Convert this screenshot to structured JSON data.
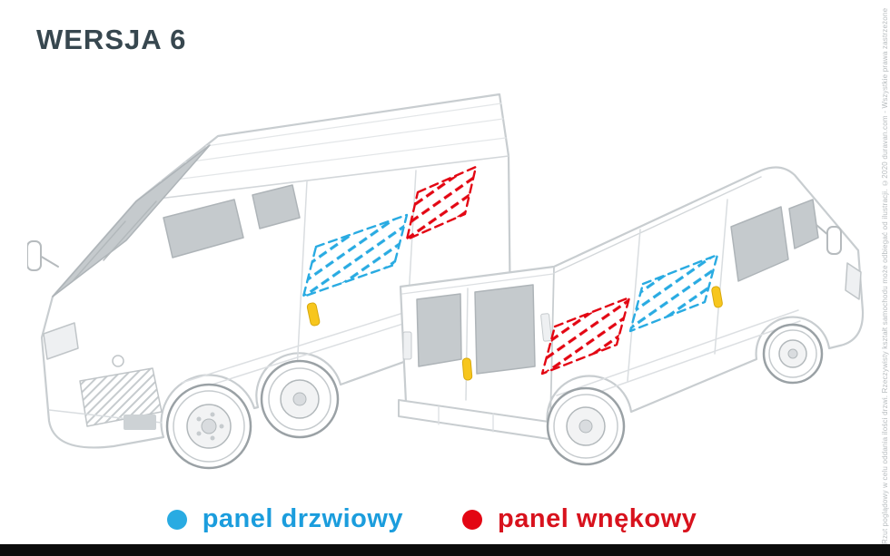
{
  "title": "WERSJA 6",
  "legend": {
    "items": [
      {
        "id": "panel-drzwiowy",
        "label": "panel drzwiowy",
        "dot_color": "#29abe2",
        "text_color": "#1b9ddd"
      },
      {
        "id": "panel-wnekowy",
        "label": "panel wnękowy",
        "dot_color": "#e30613",
        "text_color": "#d8121d"
      }
    ]
  },
  "watermark": "Rzut poglądowy w celu oddania ilości drzwi. Rzeczywisty kształt samochodu może odbiegać od ilustracji. ©2020 duravan.com - Wszystkie prawa zastrzeżone",
  "diagram": {
    "colors": {
      "blue_panel": "#29abe2",
      "red_panel": "#e30613",
      "handle_yellow": "#f7c61d",
      "body_line": "#c8cdd0",
      "glass": "#c5cacd"
    }
  },
  "footer_bar_color": "#0c0c0c"
}
